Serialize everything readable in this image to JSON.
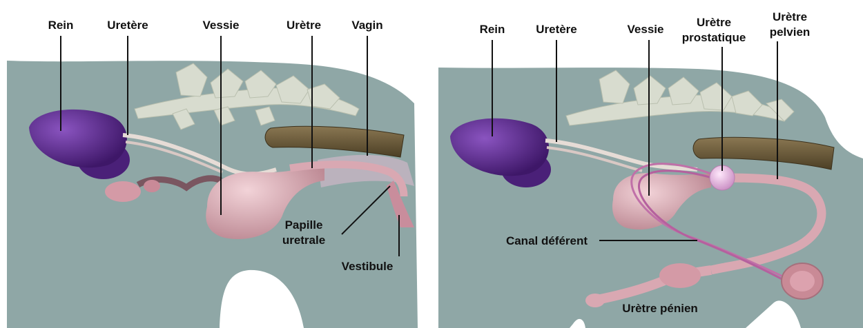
{
  "left_panel": {
    "labels": {
      "rein": "Rein",
      "uretere": "Uretère",
      "vessie": "Vessie",
      "uretre": "Urètre",
      "vagin": "Vagin",
      "papille_line1": "Papille",
      "papille_line2": "uretrale",
      "vestibule": "Vestibule"
    }
  },
  "right_panel": {
    "labels": {
      "rein": "Rein",
      "uretere": "Uretère",
      "vessie": "Vessie",
      "uretre_prostatique_line1": "Urètre",
      "uretre_prostatique_line2": "prostatique",
      "uretre_pelvien_line1": "Urètre",
      "uretre_pelvien_line2": "pelvien",
      "canal_deferent": "Canal déférent",
      "uretre_penien": "Urètre pénien"
    }
  },
  "colors": {
    "body_silhouette": "#8fa7a6",
    "kidney": "#5a2a8a",
    "organ_pink": "#d9a8b2",
    "rectum": "#6b5a3a",
    "spine": "#d8dccf",
    "prostate": "#e3b8dc",
    "testis": "#c98a96"
  }
}
